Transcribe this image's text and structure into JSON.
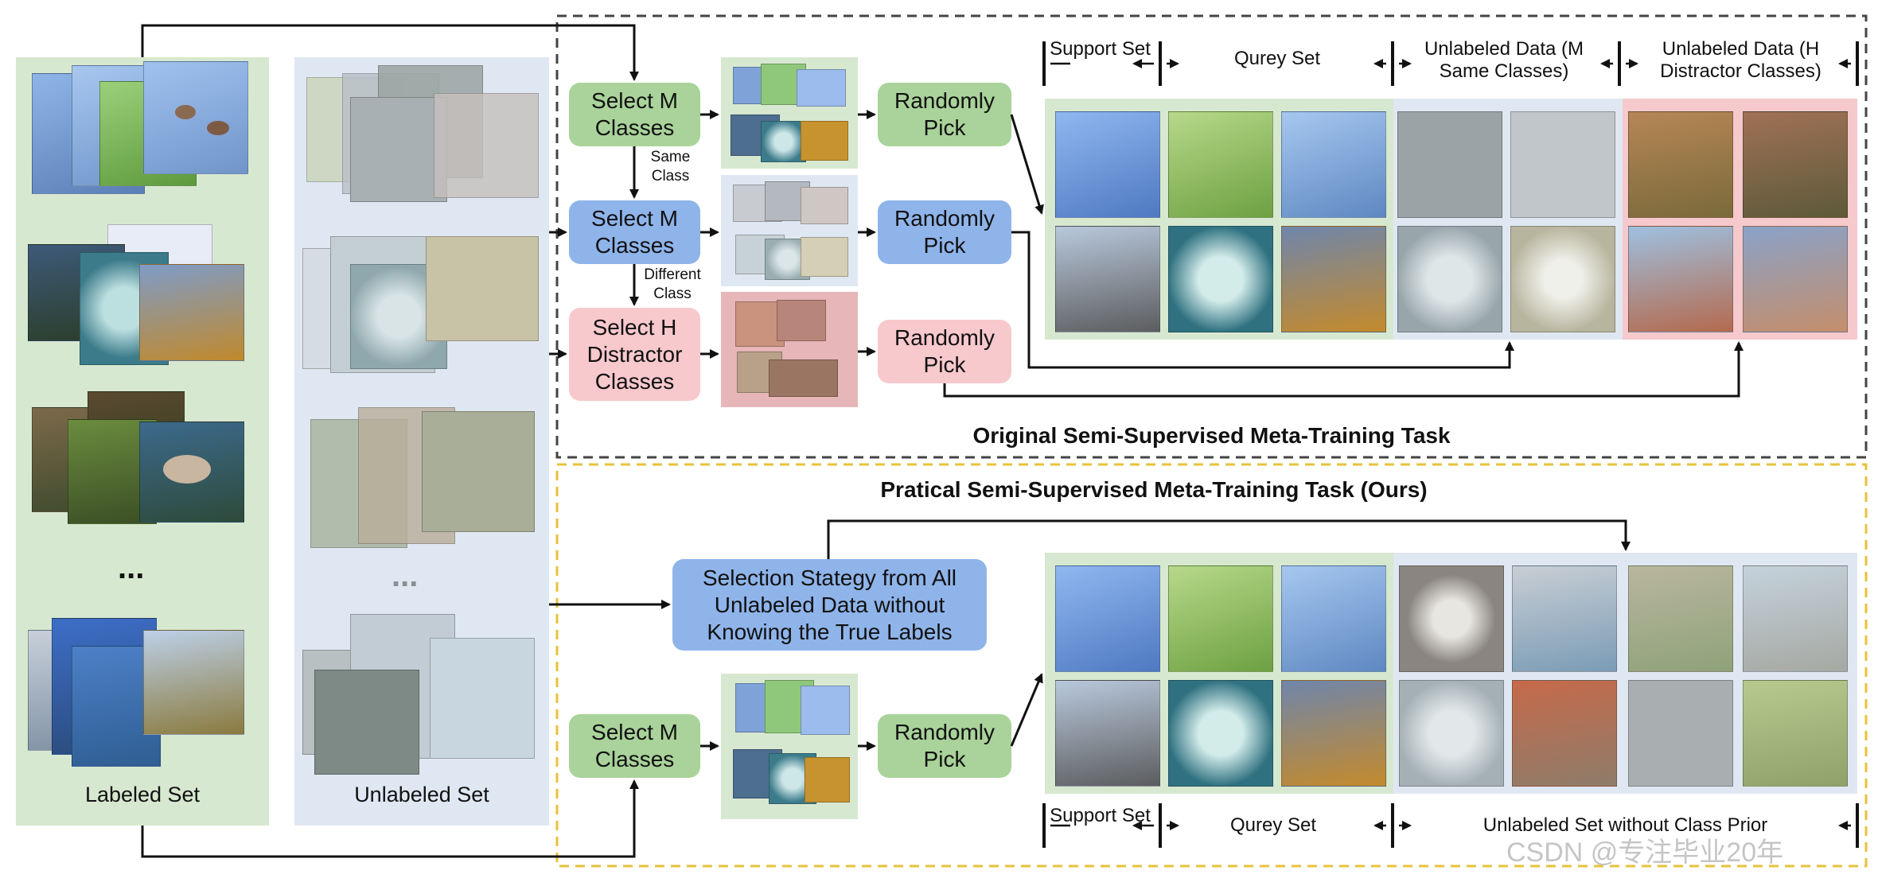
{
  "left": {
    "labeled_set_label": "Labeled Set",
    "unlabeled_set_label": "Unlabeled Set",
    "labeled_ellipsis": "...",
    "unlabeled_ellipsis": "..."
  },
  "original": {
    "title": "Original Semi-Supervised Meta-Training Task",
    "select_m_1": "Select M Classes",
    "select_m_2": "Select M Classes",
    "select_h": "Select H Distractor Classes",
    "randomly_pick_1": "Randomly Pick",
    "randomly_pick_2": "Randomly Pick",
    "randomly_pick_3": "Randomly Pick",
    "same_class": "Same Class",
    "different_class": "Different Class",
    "headers": {
      "support": "Support Set",
      "query": "Qurey Set",
      "unlabeled_same": "Unlabeled Data (M Same Classes)",
      "unlabeled_distractor": "Unlabeled Data (H Distractor Classes)"
    }
  },
  "practical": {
    "title": "Pratical Semi-Supervised Meta-Training Task (Ours)",
    "selection_strategy": "Selection Stategy from All Unlabeled Data without Knowing the True Labels",
    "select_m": "Select M Classes",
    "randomly_pick": "Randomly Pick",
    "headers": {
      "support": "Support Set",
      "query": "Qurey Set",
      "unlabeled_no_prior": "Unlabeled Set without Class Prior"
    }
  },
  "watermark": "CSDN @专注毕业20年",
  "colors": {
    "green_panel": "#d7e8d0",
    "blue_panel": "#dfe8f2",
    "pink_panel": "#f6c9cd",
    "green_box": "#a9d39a",
    "blue_box": "#8fb4ea",
    "pink_box": "#f7c8cc",
    "orig_border": "#444444",
    "ours_border": "#e8c23a"
  }
}
